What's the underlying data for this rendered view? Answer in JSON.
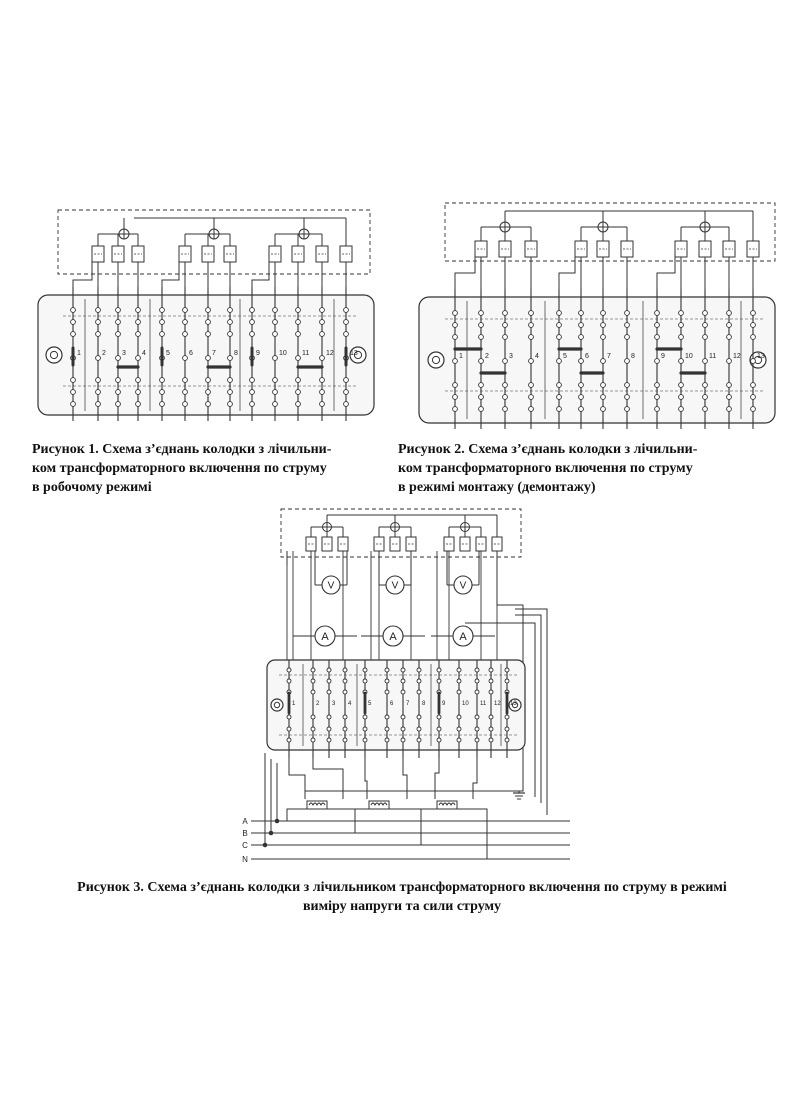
{
  "figures": [
    {
      "id": "fig1",
      "terminal_numbers": [
        "1",
        "2",
        "3",
        "4",
        "5",
        "6",
        "7",
        "8",
        "9",
        "10",
        "11",
        "12",
        "13"
      ],
      "caption_lines": [
        "Рисунок 1.  Схема з’єднань колодки з лічильни-",
        "ком трансформаторного включення по струму",
        "в робочому режимі"
      ]
    },
    {
      "id": "fig2",
      "terminal_numbers": [
        "1",
        "2",
        "3",
        "4",
        "5",
        "6",
        "7",
        "8",
        "9",
        "10",
        "11",
        "12",
        "13"
      ],
      "caption_lines": [
        "Рисунок 2. Схема з’єднань колодки з лічильни-",
        "ком трансформаторного включення по струму",
        "в режимі монтажу (демонтажу)"
      ]
    },
    {
      "id": "fig3",
      "terminal_numbers": [
        "1",
        "2",
        "3",
        "4",
        "5",
        "6",
        "7",
        "8",
        "9",
        "10",
        "11",
        "12",
        "13"
      ],
      "voltmeter_symbol": "V",
      "ammeter_symbol": "A",
      "phase_labels": [
        "A",
        "B",
        "C",
        "N"
      ],
      "caption_lines": [
        "Рисунок 3.  Схема з’єднань колодки з лічильником трансформаторного включення по струму в режимі",
        "виміру напруги та сили струму"
      ]
    }
  ]
}
